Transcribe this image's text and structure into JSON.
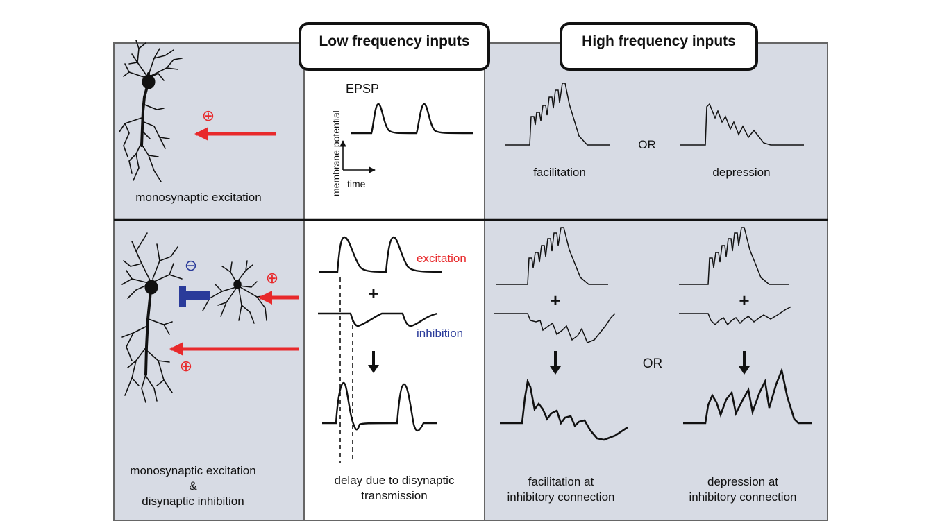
{
  "headers": {
    "low": "Low frequency inputs",
    "high": "High frequency inputs"
  },
  "top": {
    "neuron_label": "monosynaptic excitation",
    "plus_symbol": "⊕",
    "epsp_label": "EPSP",
    "y_axis_label": "membrane potential",
    "x_axis_label": "time",
    "facilitation_label": "facilitation",
    "depression_label": "depression",
    "or_label": "OR"
  },
  "bottom": {
    "neuron_label_line1": "monosynaptic excitation",
    "neuron_label_line2": "&",
    "neuron_label_line3": "disynaptic inhibition",
    "minus_symbol": "⊖",
    "plus_symbol": "⊕",
    "excitation_label": "excitation",
    "inhibition_label": "inhibition",
    "plus_sign": "+",
    "arrow_down": "↓",
    "delay_line1": "delay due to disynaptic",
    "delay_line2": "transmission",
    "or_label": "OR",
    "facil_inhib_line1": "facilitation at",
    "facil_inhib_line2": "inhibitory connection",
    "depr_inhib_line1": "depression at",
    "depr_inhib_line2": "inhibitory connection"
  },
  "colors": {
    "panel_gray": "#d7dbe4",
    "white_panel": "#ffffff",
    "border": "#666666",
    "excitation_red": "#e8292b",
    "inhibition_blue": "#2a3b9a",
    "trace": "#111111"
  }
}
